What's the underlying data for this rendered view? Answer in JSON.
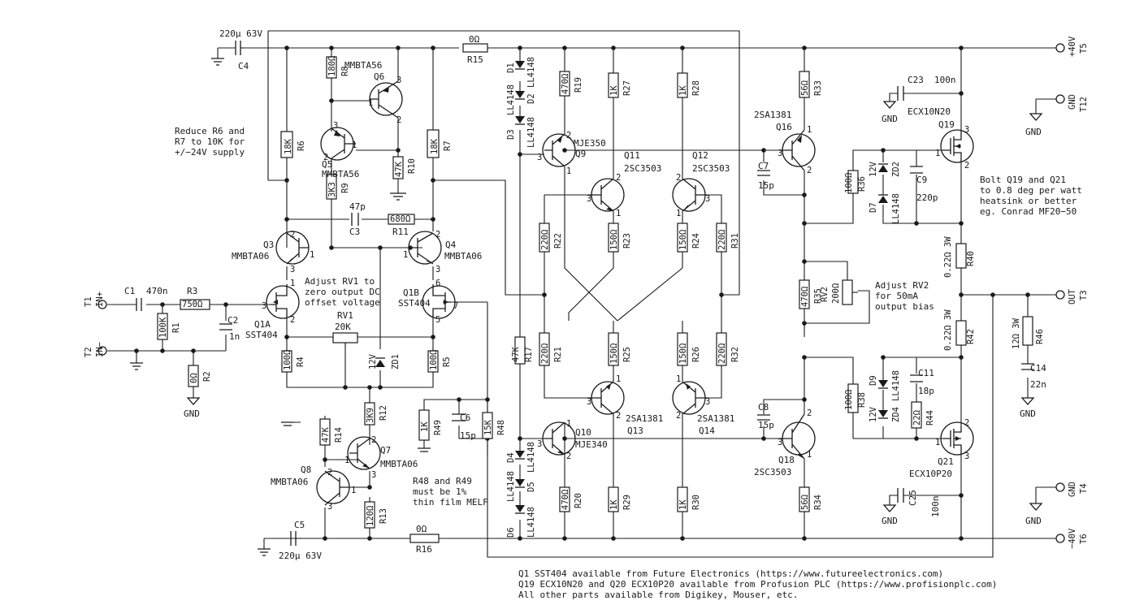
{
  "labels": {
    "c4": "220µ 63V",
    "c4ref": "C4",
    "c5": "220µ 63V",
    "c5ref": "C5",
    "r15": "0Ω",
    "r15ref": "R15",
    "r16": "0Ω",
    "r16ref": "R16",
    "r8v": "180Ω",
    "r8": "R8",
    "q6type": "MMBTA56",
    "q6": "Q6",
    "r6v": "18K",
    "r6": "R6",
    "r7v": "18K",
    "r7": "R7",
    "r9v": "3K3",
    "r9": "R9",
    "q5": "Q5",
    "q5type": "MMBTA56",
    "r10v": "47K",
    "r10": "R10",
    "c3v": "47p",
    "c3": "C3",
    "r11v": "680Ω",
    "r11": "R11",
    "q3": "Q3",
    "q3type": "MMBTA06",
    "q4": "Q4",
    "q4type": "MMBTA06",
    "c1": "C1",
    "c1v": "470n",
    "r3": "R3",
    "r3v": "750Ω",
    "r1v": "100K",
    "r1": "R1",
    "c2": "C2",
    "c2v": "1n",
    "r2v": "0Ω",
    "r2": "R2",
    "gnd": "GND",
    "t1": "T1",
    "t1n": "IN+",
    "t2": "T2",
    "t2n": "IN−",
    "q1a": "Q1A",
    "q1atype": "SST404",
    "q1b": "Q1B",
    "q1btype": "SST404",
    "rv1": "RV1",
    "rv1v": "20K",
    "zd1": "ZD1",
    "zd1v": "12V",
    "r4v": "100Ω",
    "r4": "R4",
    "r5v": "100Ω",
    "r5": "R5",
    "r12v": "3K9",
    "r12": "R12",
    "r14v": "47K",
    "r14": "R14",
    "q7": "Q7",
    "q7type": "MMBTA06",
    "q8": "Q8",
    "q8type": "MMBTA06",
    "r13v": "120Ω",
    "r13": "R13",
    "r49v": "1K",
    "r49": "R49",
    "c6": "C6",
    "c6v": "15p",
    "r48v": "15K",
    "r48": "R48",
    "d1": "D1",
    "d1v": "LL4148",
    "d2": "D2",
    "d2v": "LL4148",
    "d3": "D3",
    "d3v": "LL4148",
    "d4": "D4",
    "d4v": "LL4148",
    "d5": "D5",
    "d5v": "LL4148",
    "d6": "D6",
    "d6v": "LL4148",
    "r19v": "470Ω",
    "r19": "R19",
    "r20v": "470Ω",
    "r20": "R20",
    "q9": "Q9",
    "q9type": "MJE350",
    "q10": "Q10",
    "q10type": "MJE340",
    "r17v": "47K",
    "r17": "R17",
    "r21v": "220Ω",
    "r21": "R21",
    "r22v": "220Ω",
    "r22": "R22",
    "r27v": "1K",
    "r27": "R27",
    "r28v": "1K",
    "r28": "R28",
    "r29v": "1K",
    "r29": "R29",
    "r30v": "1K",
    "r30": "R30",
    "q11": "Q11",
    "q11type": "2SC3503",
    "q12": "Q12",
    "q12type": "2SC3503",
    "q13": "Q13",
    "q13type": "2SA1381",
    "q14": "Q14",
    "q14type": "2SA1381",
    "r23v": "150Ω",
    "r23": "R23",
    "r24v": "150Ω",
    "r24": "R24",
    "r25v": "150Ω",
    "r25": "R25",
    "r26v": "150Ω",
    "r26": "R26",
    "r31v": "220Ω",
    "r31": "R31",
    "r32v": "220Ω",
    "r32": "R32",
    "q16": "Q16",
    "q16type": "2SA1381",
    "q18": "Q18",
    "q18type": "2SC3503",
    "r33v": "56Ω",
    "r33": "R33",
    "r34v": "56Ω",
    "r34": "R34",
    "c7": "C7",
    "c7v": "15p",
    "c8": "C8",
    "c8v": "15p",
    "r35v": "470Ω",
    "r35": "R35",
    "rv2": "RV2",
    "rv2v": "200Ω",
    "c23": "C23",
    "c23v": "100n",
    "q19": "Q19",
    "q19type": "ECX10N20",
    "c25": "C25",
    "c25v": "100n",
    "q21": "Q21",
    "q21type": "ECX10P20",
    "r36v": "100Ω",
    "r36": "R36",
    "zd2": "ZD2",
    "zd2v": "12V",
    "d7": "D7",
    "d7v": "LL4148",
    "c9": "C9",
    "c9v": "220p",
    "r38v": "100Ω",
    "r38": "R38",
    "d9": "D9",
    "d9v": "LL4148",
    "zd4": "ZD4",
    "zd4v": "12V",
    "r44v": "22Ω",
    "r44": "R44",
    "c11": "C11",
    "c11v": "18p",
    "r40v": "0.22Ω 3W",
    "r40": "R40",
    "r42v": "0.22Ω 3W",
    "r42": "R42",
    "r46v": "12Ω 3W",
    "r46": "R46",
    "c14": "C14",
    "c14v": "22n",
    "t5": "T5",
    "t5n": "+40V",
    "t12": "T12",
    "t12n": "GND",
    "t3": "T3",
    "t3n": "OUT",
    "t4": "T4",
    "t4n": "GND",
    "t6": "T6",
    "t6n": "−40V",
    "pin1": "1",
    "pin2": "2",
    "pin3": "3",
    "pin5": "5",
    "pin6": "6",
    "pin7": "7"
  },
  "notes": {
    "reduce": [
      "Reduce R6 and",
      "R7 to 10K for",
      "+/−24V supply"
    ],
    "rv1adj": [
      "Adjust RV1 to",
      "zero output DC",
      "offset voltage"
    ],
    "melf": [
      "R48 and R49",
      "must be 1%",
      "thin film MELF"
    ],
    "rv2adj": [
      "Adjust RV2",
      "for 50mA",
      "output bias"
    ],
    "bolt": [
      "Bolt Q19 and Q21",
      "to 0.8 deg per watt",
      "heatsink or better",
      "eg. Conrad MF20−50"
    ],
    "parts": [
      "Q1 SST404 available from Future Electronics (https://www.futureelectronics.com)",
      "Q19 ECX10N20 and Q20 ECX10P20 available from Profusion PLC (https://www.profisionplc.com)",
      "All other parts available from Digikey, Mouser, etc."
    ]
  }
}
